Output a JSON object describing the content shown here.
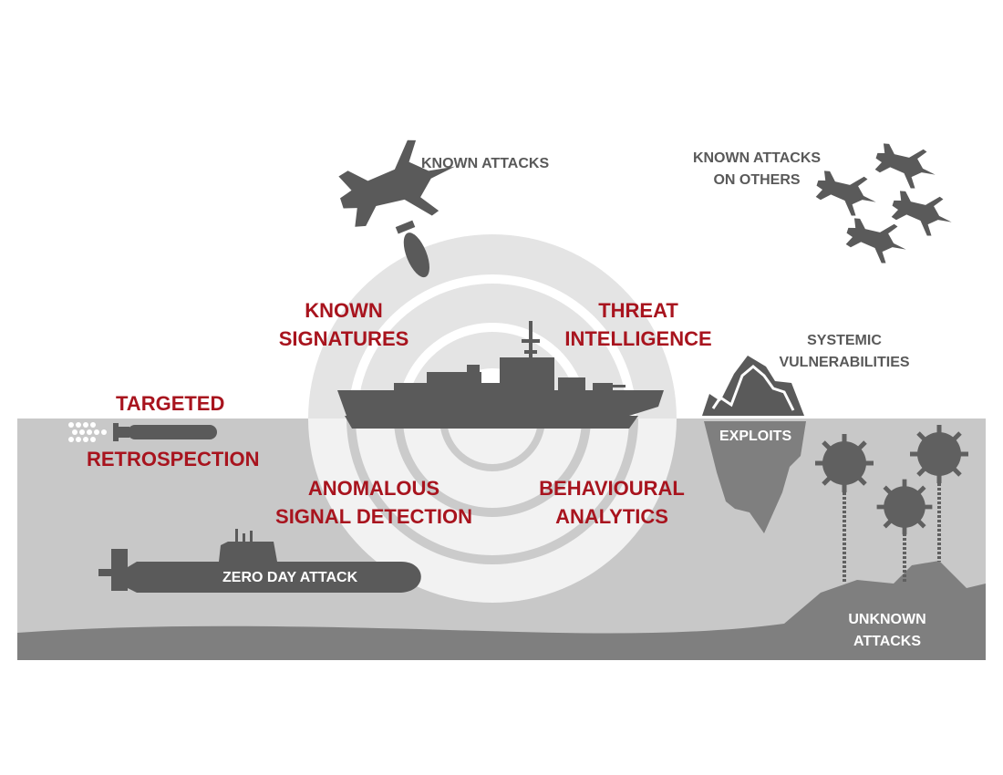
{
  "labels": {
    "known_attacks": "KNOWN ATTACKS",
    "known_attacks_others_1": "KNOWN ATTACKS",
    "known_attacks_others_2": "ON OTHERS",
    "systemic_1": "SYSTEMIC",
    "systemic_2": "VULNERABILITIES",
    "exploits": "EXPLOITS",
    "unknown_1": "UNKNOWN",
    "unknown_2": "ATTACKS",
    "zero_day": "ZERO DAY ATTACK",
    "known_signatures_1": "KNOWN",
    "known_signatures_2": "SIGNATURES",
    "threat_intel_1": "THREAT",
    "threat_intel_2": "INTELLIGENCE",
    "targeted": "TARGETED",
    "retrospection": "RETROSPECTION",
    "anomalous_1": "ANOMALOUS",
    "anomalous_2": "SIGNAL DETECTION",
    "behavioural_1": "BEHAVIOURAL",
    "behavioural_2": "ANALYTICS"
  },
  "icons": [
    "fighter-jet-icon",
    "bomb-icon",
    "warship-icon",
    "iceberg-icon",
    "torpedo-icon",
    "submarine-icon",
    "sea-mine-icon"
  ],
  "colors": {
    "accent_red": "#a8141e",
    "label_grey": "#595959",
    "sea": "#c8c8c8",
    "seabed": "#7f7f7f",
    "silhouette": "#5a5a5a",
    "rings": "#d9d9d9"
  }
}
